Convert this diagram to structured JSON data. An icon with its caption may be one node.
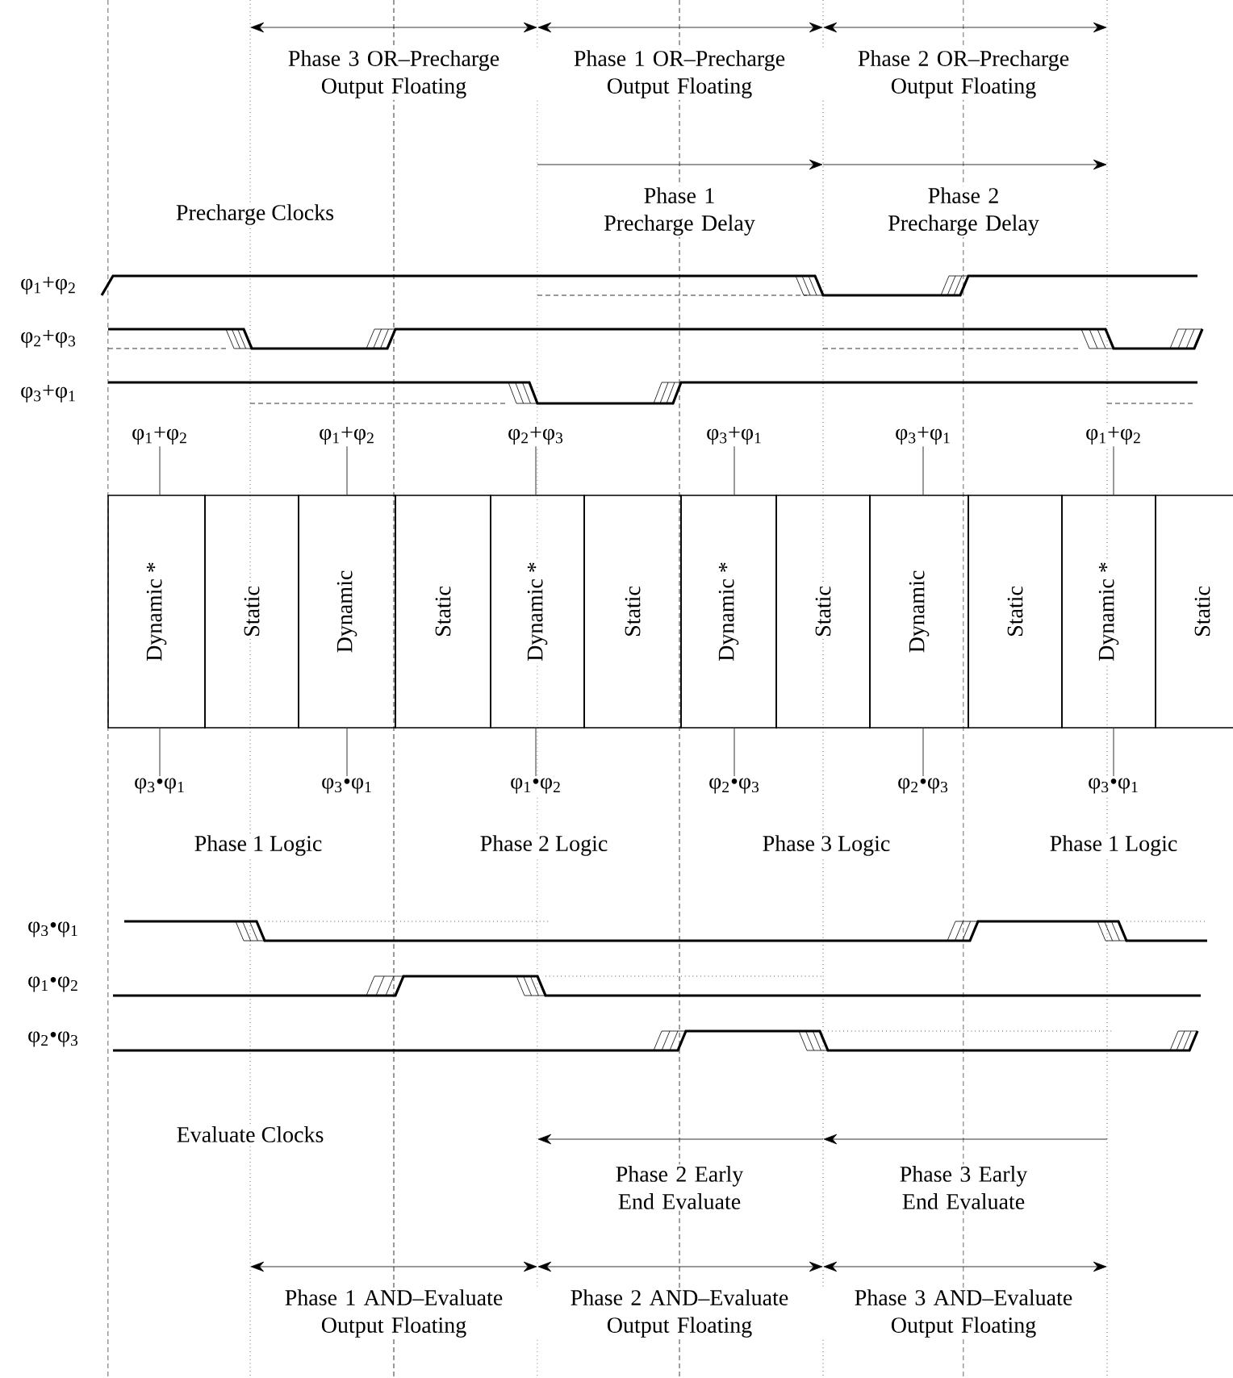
{
  "diagram": {
    "nodes": [
      {
        "text": [
          "Dynamic *"
        ]
      },
      {
        "text": [
          "Static"
        ]
      },
      {
        "text": [
          "Dynamic"
        ]
      },
      {
        "text": [
          "Static"
        ]
      },
      {
        "text": [
          "Dynamic *"
        ]
      },
      {
        "text": [
          "Static"
        ]
      },
      {
        "text": [
          "Dynamic *"
        ]
      },
      {
        "text": [
          "Static"
        ]
      },
      {
        "text": [
          "Dynamic"
        ]
      },
      {
        "text": [
          "Static"
        ]
      },
      {
        "text": [
          "Dynamic *"
        ]
      },
      {
        "text": [
          "Static"
        ]
      },
      {
        "text": [
          "φ$_{1}$+φ$_{2}$"
        ]
      },
      {
        "text": [
          "φ$_{1}$+φ$_{2}$"
        ]
      },
      {
        "text": [
          "φ$_{2}$+φ$_{3}$"
        ]
      },
      {
        "text": [
          "φ$_{3}$+φ$_{1}$"
        ]
      },
      {
        "text": [
          "φ$_{3}$+φ$_{1}$"
        ]
      },
      {
        "text": [
          "φ$_{1}$+φ$_{2}$"
        ]
      },
      {
        "text": [
          "φ$_{3}$•φ$_{1}$"
        ]
      },
      {
        "text": [
          "φ$_{3}$•φ$_{1}$"
        ]
      },
      {
        "text": [
          "φ$_{1}$•φ$_{2}$"
        ]
      },
      {
        "text": [
          "φ$_{2}$•φ$_{3}$"
        ]
      },
      {
        "text": [
          "φ$_{2}$•φ$_{3}$"
        ]
      },
      {
        "text": [
          "φ$_{3}$•φ$_{1}$"
        ]
      }
    ],
    "edges": [
      {
        "from": 12,
        "to": 0,
        "arrow": "none"
      },
      {
        "from": 13,
        "to": 2,
        "arrow": "none"
      },
      {
        "from": 14,
        "to": 4,
        "arrow": "none"
      },
      {
        "from": 15,
        "to": 6,
        "arrow": "none"
      },
      {
        "from": 16,
        "to": 8,
        "arrow": "none"
      },
      {
        "from": 17,
        "to": 10,
        "arrow": "none"
      },
      {
        "from": 18,
        "to": 0,
        "arrow": "none"
      },
      {
        "from": 19,
        "to": 2,
        "arrow": "none"
      },
      {
        "from": 20,
        "to": 4,
        "arrow": "none"
      },
      {
        "from": 21,
        "to": 6,
        "arrow": "none"
      },
      {
        "from": 22,
        "to": 8,
        "arrow": "none"
      },
      {
        "from": 23,
        "to": 10,
        "arrow": "none"
      }
    ],
    "labels": [
      "Phase 3 OR–Precharge Output Floating",
      "Phase 1 OR–Precharge Output Floating",
      "Phase 2 OR–Precharge Output Floating",
      "Precharge Clocks",
      "Phase 1 Precharge Delay",
      "Phase 2 Precharge Delay",
      "φ$_{1}$+φ$_{2}$",
      "φ$_{2}$+φ$_{3}$",
      "φ$_{3}$+φ$_{1}$",
      "Phase 1 Logic",
      "Phase 2 Logic",
      "Phase 3 Logic",
      "Phase 1 Logic",
      "φ$_{3}$•φ$_{1}$",
      "φ$_{1}$•φ$_{2}$",
      "φ$_{2}$•φ$_{3}$",
      "Evaluate Clocks",
      "Phase 2 Early End Evaluate",
      "Phase 3 Early End Evaluate",
      "Phase 1 AND–Evaluate Output Floating",
      "Phase 2 AND–Evaluate Output Floating",
      "Phase 3 AND–Evaluate Output Floating"
    ]
  }
}
